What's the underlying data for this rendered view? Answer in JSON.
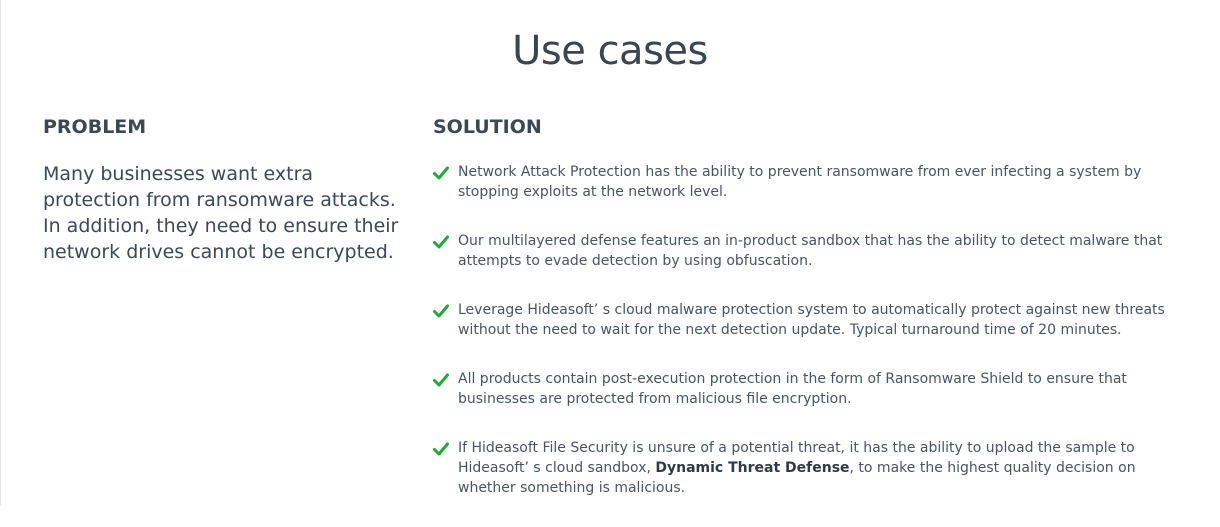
{
  "page": {
    "title": "Use cases"
  },
  "problem": {
    "heading": "PROBLEM",
    "text": "Many businesses want extra protection from ransomware attacks. In addition, they need to ensure their network drives cannot be encrypted."
  },
  "solution": {
    "heading": "SOLUTION",
    "items": [
      {
        "text": "Network Attack Protection has the ability to prevent ransomware from ever infecting a system by stopping exploits at the network level."
      },
      {
        "text": "Our multilayered defense features an in-product sandbox that has the ability to detect malware that attempts to evade detection by using obfuscation."
      },
      {
        "text": "Leverage Hideasoft’ s cloud malware protection system to automatically protect against new threats without the need to wait for the next detection update. Typical turnaround time of 20 minutes."
      },
      {
        "text": "All products contain post-execution protection in the form of Ransomware Shield to ensure that businesses are protected from malicious file encryption."
      },
      {
        "text_before": "If Hideasoft File Security is unsure of a potential threat, it has the ability to upload the sample to Hideasoft’ s cloud sandbox, ",
        "bold": "Dynamic Threat Defense",
        "text_after": ", to make the highest quality decision on whether something is malicious."
      }
    ]
  },
  "icons": {
    "check": "check-icon"
  },
  "colors": {
    "check": "#21a83a",
    "text": "#3d4852",
    "title": "#3a4550"
  }
}
